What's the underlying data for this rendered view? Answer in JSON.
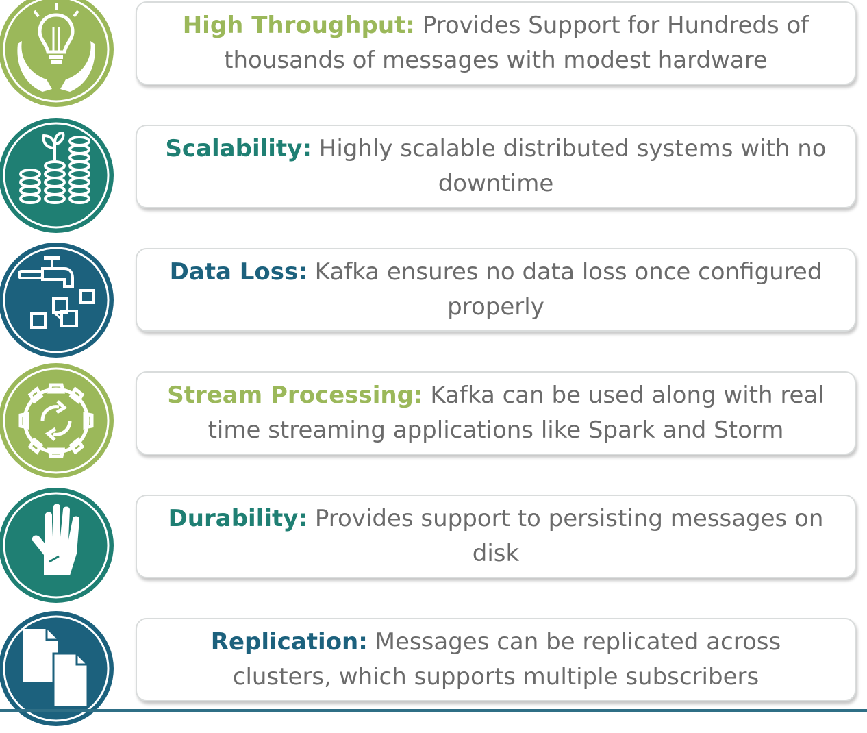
{
  "colors": {
    "light_green": "#9bb85a",
    "teal": "#1f7f73",
    "blue": "#1c617d",
    "body_text": "#6b6b6b"
  },
  "features": [
    {
      "icon": "lightbulb-in-hands-icon",
      "color": "#9bb85a",
      "title": "High Throughput:",
      "description": "Provides Support for Hundreds of thousands of messages with modest hardware"
    },
    {
      "icon": "coin-stacks-plant-icon",
      "color": "#1f7f73",
      "title": "Scalability:",
      "description": "Highly scalable distributed systems with no downtime"
    },
    {
      "icon": "faucet-data-cubes-icon",
      "color": "#1c617d",
      "title": "Data Loss:",
      "description": "Kafka ensures no data loss once configured properly"
    },
    {
      "icon": "gear-refresh-icon",
      "color": "#9bb85a",
      "title": "Stream Processing:",
      "description": "Kafka can be used along with real time streaming applications like Spark and Storm"
    },
    {
      "icon": "hand-icon",
      "color": "#1f7f73",
      "title": "Durability:",
      "description": "Provides support to persisting messages on disk"
    },
    {
      "icon": "documents-copy-icon",
      "color": "#1c617d",
      "title": "Replication:",
      "description": "Messages can be replicated across clusters, which supports multiple subscribers"
    }
  ]
}
